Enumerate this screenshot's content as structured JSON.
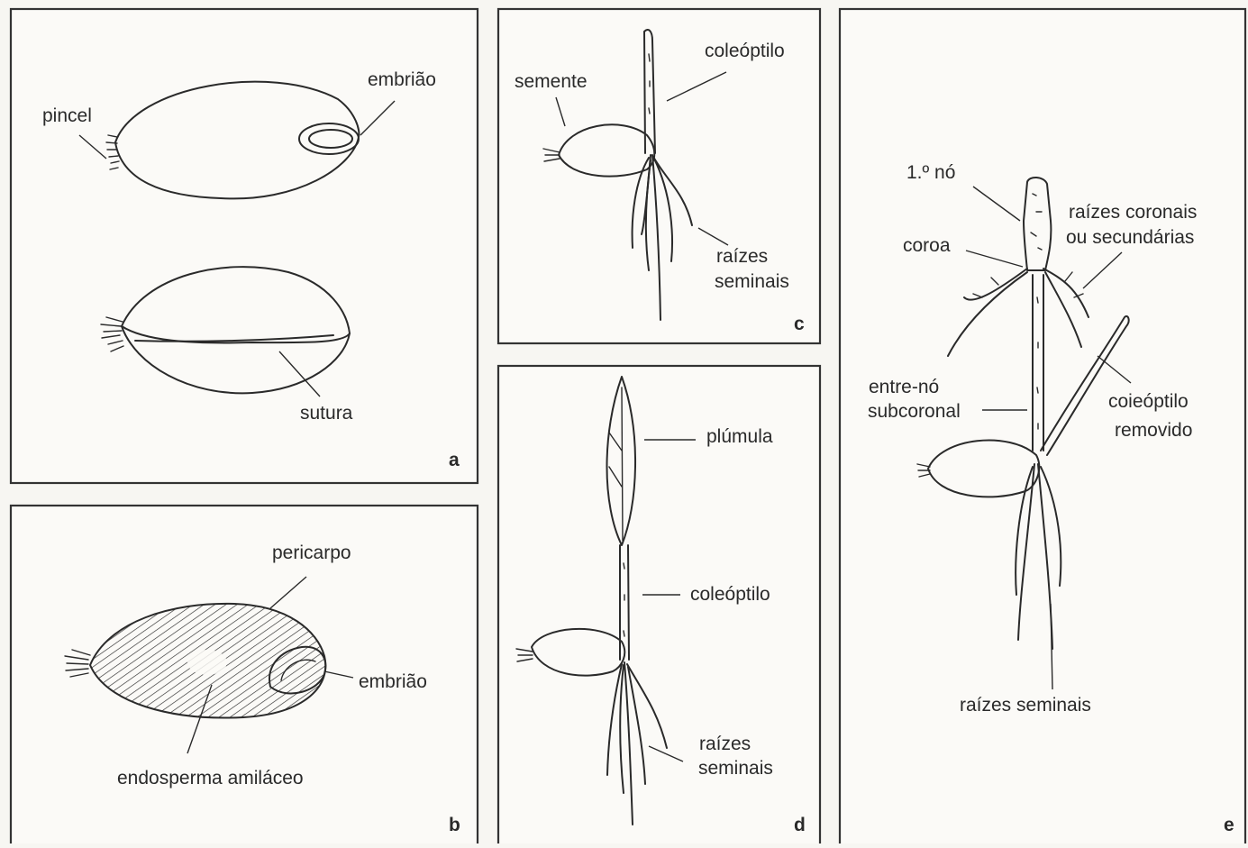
{
  "panels": {
    "a": {
      "letter": "a",
      "labels": {
        "pincel": "pincel",
        "embriao": "embrião",
        "sutura": "sutura"
      }
    },
    "b": {
      "letter": "b",
      "labels": {
        "pericarpo": "pericarpo",
        "embriao": "embrião",
        "endosperma": "endosperma amiláceo"
      }
    },
    "c": {
      "letter": "c",
      "labels": {
        "coleoptilo": "coleóptilo",
        "semente": "semente",
        "raizes_1": "raízes",
        "raizes_2": "seminais"
      }
    },
    "d": {
      "letter": "d",
      "labels": {
        "plumula": "plúmula",
        "coleoptilo": "coleóptilo",
        "raizes_1": "raízes",
        "raizes_2": "seminais"
      }
    },
    "e": {
      "letter": "e",
      "labels": {
        "no": "1.º nó",
        "coronais_1": "raízes coronais",
        "coronais_2": "ou secundárias",
        "coroa": "coroa",
        "entre_1": "entre-nó",
        "entre_2": "subcoronal",
        "coleo_1": "coieóptilo",
        "coleo_2": "removido",
        "raizes": "raízes seminais"
      }
    }
  }
}
